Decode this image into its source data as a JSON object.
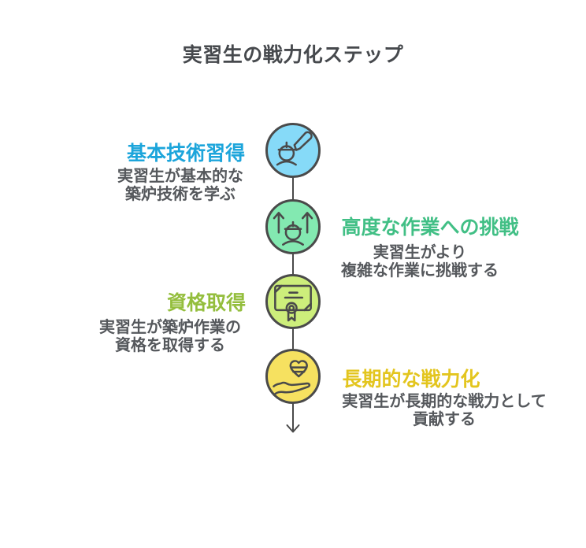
{
  "title": "実習生の戦力化ステップ",
  "steps": [
    {
      "heading": "基本技術習得",
      "desc_lines": [
        "実習生が基本的な",
        "築炉技術を学ぶ"
      ],
      "heading_color": "#1CA5DB",
      "circle_color": "#86DAF8",
      "icon": "worker-pencil-icon"
    },
    {
      "heading": "高度な作業への挑戦",
      "desc_lines": [
        "実習生がより",
        "複雑な作業に挑戦する"
      ],
      "heading_color": "#41BF85",
      "circle_color": "#83E9B1",
      "icon": "growth-arrows-icon"
    },
    {
      "heading": "資格取得",
      "desc_lines": [
        "実習生が築炉作業の",
        "資格を取得する"
      ],
      "heading_color": "#94BE3D",
      "circle_color": "#CDEE7B",
      "icon": "certificate-icon"
    },
    {
      "heading": "長期的な戦力化",
      "desc_lines": [
        "実習生が長期的な戦力として",
        "貢献する"
      ],
      "heading_color": "#E3C51E",
      "circle_color": "#F6E160",
      "icon": "hand-heart-icon"
    }
  ],
  "colors": {
    "background": "#FFFFFF",
    "outline": "#4A4A4A",
    "title_text": "#46494D",
    "body_text": "#55585C"
  }
}
